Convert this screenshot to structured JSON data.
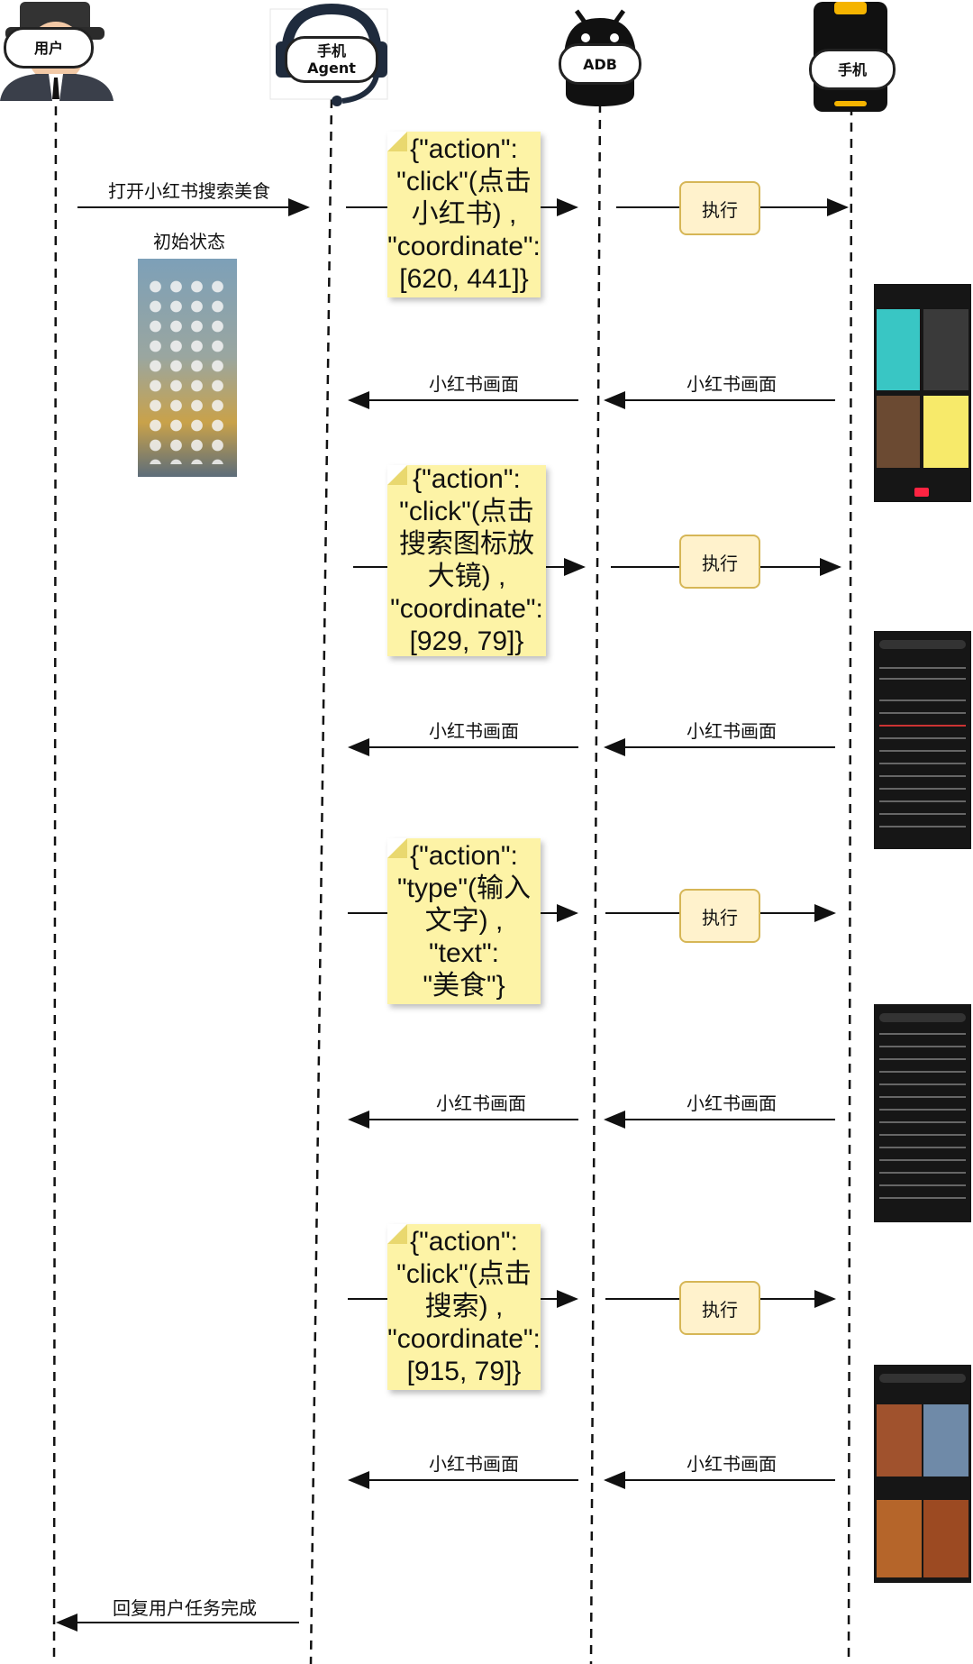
{
  "actors": {
    "user": "用户",
    "agent_line1": "手机",
    "agent_line2": "Agent",
    "adb": "ADB",
    "phone": "手机"
  },
  "messages": {
    "open_request": "打开小红书搜索美食",
    "initial_state": "初始状态",
    "screen": "小红书画面",
    "execute": "执行",
    "reply": "回复用户任务完成"
  },
  "actions": [
    "{\"action\":\n\"click\"(点击\n小红书) ,\n\"coordinate\":\n[620, 441]}",
    "{\"action\":\n\"click\"(点击\n搜索图标放\n大镜) ,\n\"coordinate\":\n[929, 79]}",
    "{\"action\":\n\"type\"(输入\n文字) ,\n\"text\":\n\"美食\"}",
    "{\"action\":\n\"click\"(点击\n搜索) ,\n\"coordinate\":\n[915, 79]}"
  ],
  "colors": {
    "note_fill": "#fdf3a6",
    "exec_fill": "#fff2cc",
    "exec_border": "#d6b656",
    "line": "#111111"
  }
}
